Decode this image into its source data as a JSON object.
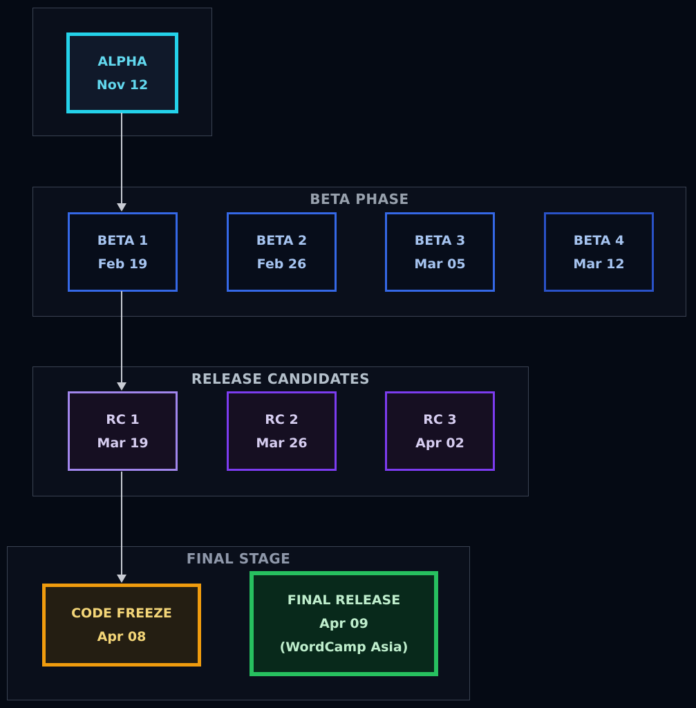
{
  "diagram": {
    "background": "#050a14",
    "container_border_color": "#3a4252",
    "container_fill_color": "#0a0f1b",
    "arrow_color": "#c9ccd4",
    "sections": [
      {
        "name": "alpha",
        "title": "",
        "title_color": "#98a1ad",
        "boxes": [
          {
            "lines": [
              "ALPHA",
              "Nov 12"
            ],
            "border": "#24d2ea",
            "fill": "#10192a",
            "text": "#62d8ee"
          }
        ]
      },
      {
        "name": "beta",
        "title": "BETA PHASE",
        "title_color": "#98a1ad",
        "boxes": [
          {
            "lines": [
              "BETA 1",
              "Feb 19"
            ],
            "border": "#3568e6",
            "fill": "#070d1a",
            "text": "#a6c4f0"
          },
          {
            "lines": [
              "BETA 2",
              "Feb 26"
            ],
            "border": "#3568e6",
            "fill": "#070d1a",
            "text": "#a6c4f0"
          },
          {
            "lines": [
              "BETA 3",
              "Mar 05"
            ],
            "border": "#3568e6",
            "fill": "#070d1a",
            "text": "#a6c4f0"
          },
          {
            "lines": [
              "BETA 4",
              "Mar 12"
            ],
            "border": "#2a52c8",
            "fill": "#070d1a",
            "text": "#a6c4f0"
          }
        ]
      },
      {
        "name": "release-candidates",
        "title": "RELEASE CANDIDATES",
        "title_color": "#b4c0cb",
        "boxes": [
          {
            "lines": [
              "RC 1",
              "Mar 19"
            ],
            "border": "#a186ec",
            "fill": "#160f22",
            "text": "#d6cdf0"
          },
          {
            "lines": [
              "RC 2",
              "Mar 26"
            ],
            "border": "#7c3cf0",
            "fill": "#160f22",
            "text": "#d6cdf0"
          },
          {
            "lines": [
              "RC 3",
              "Apr 02"
            ],
            "border": "#7c3cf0",
            "fill": "#160f22",
            "text": "#d6cdf0"
          }
        ]
      },
      {
        "name": "final",
        "title": "FINAL STAGE",
        "title_color": "#8f98aa",
        "boxes": [
          {
            "lines": [
              "CODE FREEZE",
              "Apr 08"
            ],
            "border": "#f09c0e",
            "fill": "#241e12",
            "text": "#f4d678"
          },
          {
            "lines": [
              "FINAL RELEASE",
              "Apr 09",
              "(WordCamp Asia)"
            ],
            "border": "#27c05f",
            "fill": "#08291b",
            "text": "#bfeecd"
          }
        ]
      }
    ]
  }
}
